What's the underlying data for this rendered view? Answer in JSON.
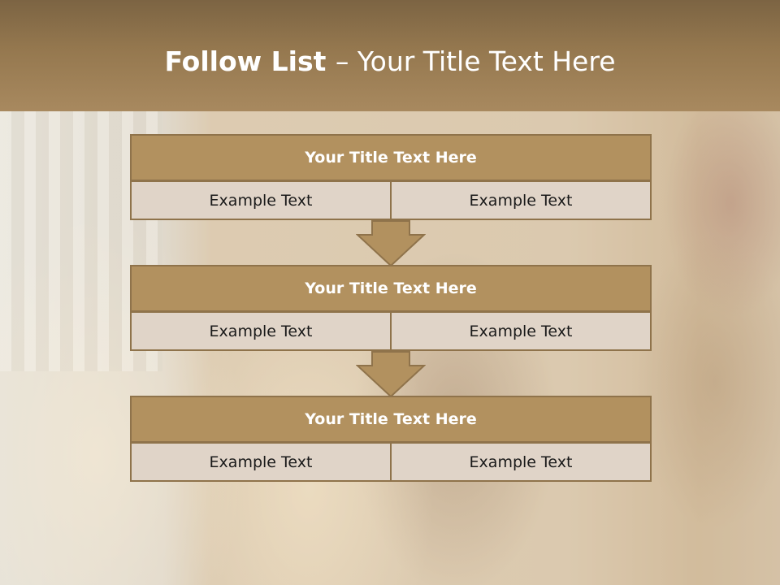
{
  "slide": {
    "title_strong": "Follow List ",
    "title_rest": " – Your Title Text Here"
  },
  "blocks": [
    {
      "title": "Your Title Text Here",
      "left_text": "Example Text",
      "right_text": "Example Text"
    },
    {
      "title": "Your Title Text Here",
      "left_text": "Example Text",
      "right_text": "Example Text"
    },
    {
      "title": "Your Title Text Here",
      "left_text": "Example Text",
      "right_text": "Example Text"
    }
  ],
  "colors": {
    "header": "#a8895f",
    "block_title_fill": "#b2915f",
    "cell_fill": "#e0d4c8",
    "border": "#8f734b"
  },
  "icons": [
    "down-arrow-icon",
    "down-arrow-icon"
  ]
}
